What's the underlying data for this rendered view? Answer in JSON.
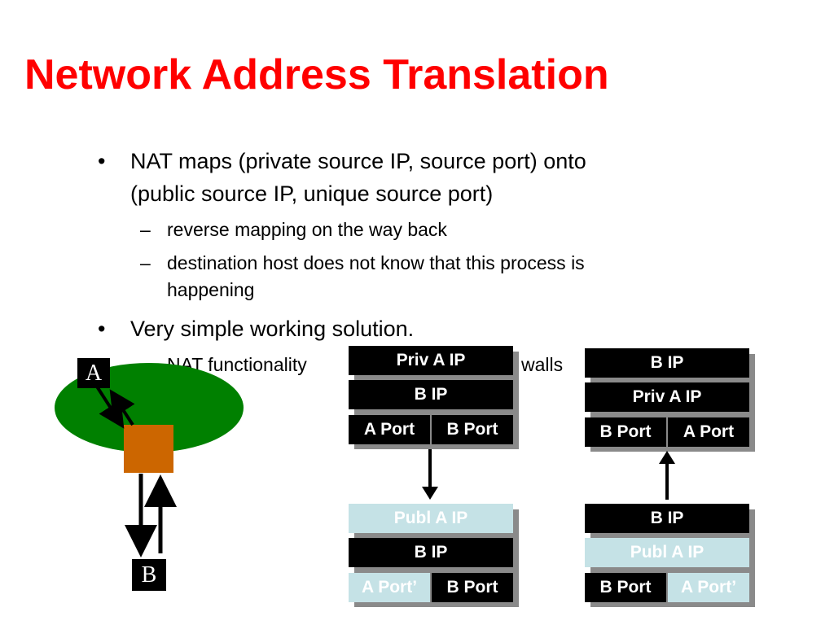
{
  "title": "Network Address Translation",
  "bullets": [
    {
      "text_line1": "NAT maps (private source IP, source port) onto",
      "text_line2": "(public source IP, unique source port)"
    },
    {
      "text": "Very simple working solution."
    }
  ],
  "sub_bullets": [
    {
      "text": "reverse mapping on the way back"
    },
    {
      "text_line1": "destination host does not know that this  process is",
      "text_line2": "happening"
    },
    {
      "text_visible_start": "NAT functionality",
      "text_visible_end": "walls"
    }
  ],
  "markers": {
    "bullet": "•",
    "dash": "–"
  },
  "hosts": {
    "a_label": "A",
    "b_label": "B"
  },
  "colors": {
    "title": "#ff0000",
    "network": "#008000",
    "nat_box": "#cc6600",
    "light_cell": "#c5e2e6"
  },
  "packets": {
    "outgoing_before": {
      "row1": "Priv A IP",
      "row2": "B IP",
      "row3_left": "A Port",
      "row3_right": "B Port"
    },
    "outgoing_after": {
      "row1": "Publ A IP",
      "row2": "B IP",
      "row3_left": "A Port’",
      "row3_right": "B Port"
    },
    "return_after": {
      "row1": "B IP",
      "row2": "Priv A IP",
      "row3_left": "B Port",
      "row3_right": "A Port"
    },
    "return_before": {
      "row1": "B IP",
      "row2": "Publ A IP",
      "row3_left": "B Port",
      "row3_right": "A Port’"
    }
  }
}
